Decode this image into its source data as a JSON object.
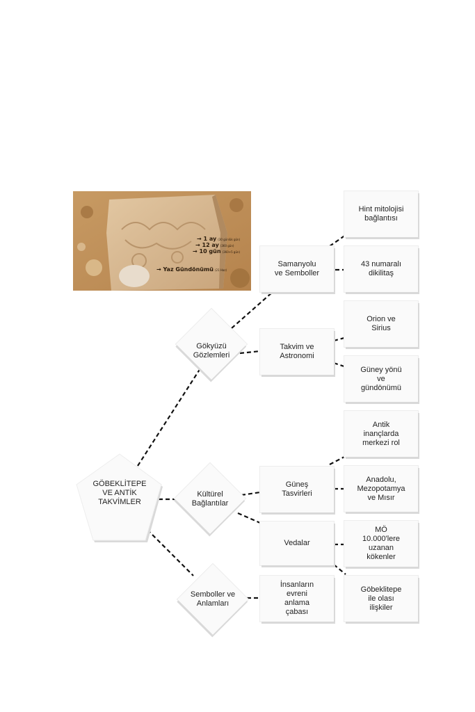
{
  "photo": {
    "labels": [
      {
        "text": "1 ay",
        "note": "(30 günlük gün)"
      },
      {
        "text": "12 ay",
        "note": "(360 gün)"
      },
      {
        "text": "10 gün",
        "note": "(360+5 gün)"
      },
      {
        "text": "Yaz Gündönümü",
        "note": "(21 Haz)"
      }
    ]
  },
  "diagram": {
    "root": "GÖBEKLİTEPE\nVE ANTİK\nTAKVİMLER",
    "branches": {
      "gokyuzu": "Gökyüzü\nGözlemleri",
      "kulturel": "Kültürel\nBağlantılar",
      "semboller": "Semboller ve\nAnlamları"
    },
    "mid": {
      "samanyolu": "Samanyolu\nve Semboller",
      "takvim": "Takvim ve\nAstronomi",
      "gunes": "Güneş\nTasvirleri",
      "vedalar": "Vedalar",
      "insanlarin": "İnsanların\nevreni\nanlama\nçabası"
    },
    "leaves": {
      "hint": "Hint mitolojisi\nbağlantısı",
      "dikilitas": "43 numaralı\ndikilitaş",
      "orion": "Orion ve\nSirius",
      "guney": "Güney yönü\nve\ngündönümü",
      "antik": "Antik\ninançlarda\nmerkezi rol",
      "anadolu": "Anadolu,\nMezopotamya\nve Mısır",
      "mo": "MÖ\n10.000'lere\nuzanan\nkökenler",
      "gobeklitepe": "Göbeklitepe\nile olası\nilişkiler"
    }
  }
}
